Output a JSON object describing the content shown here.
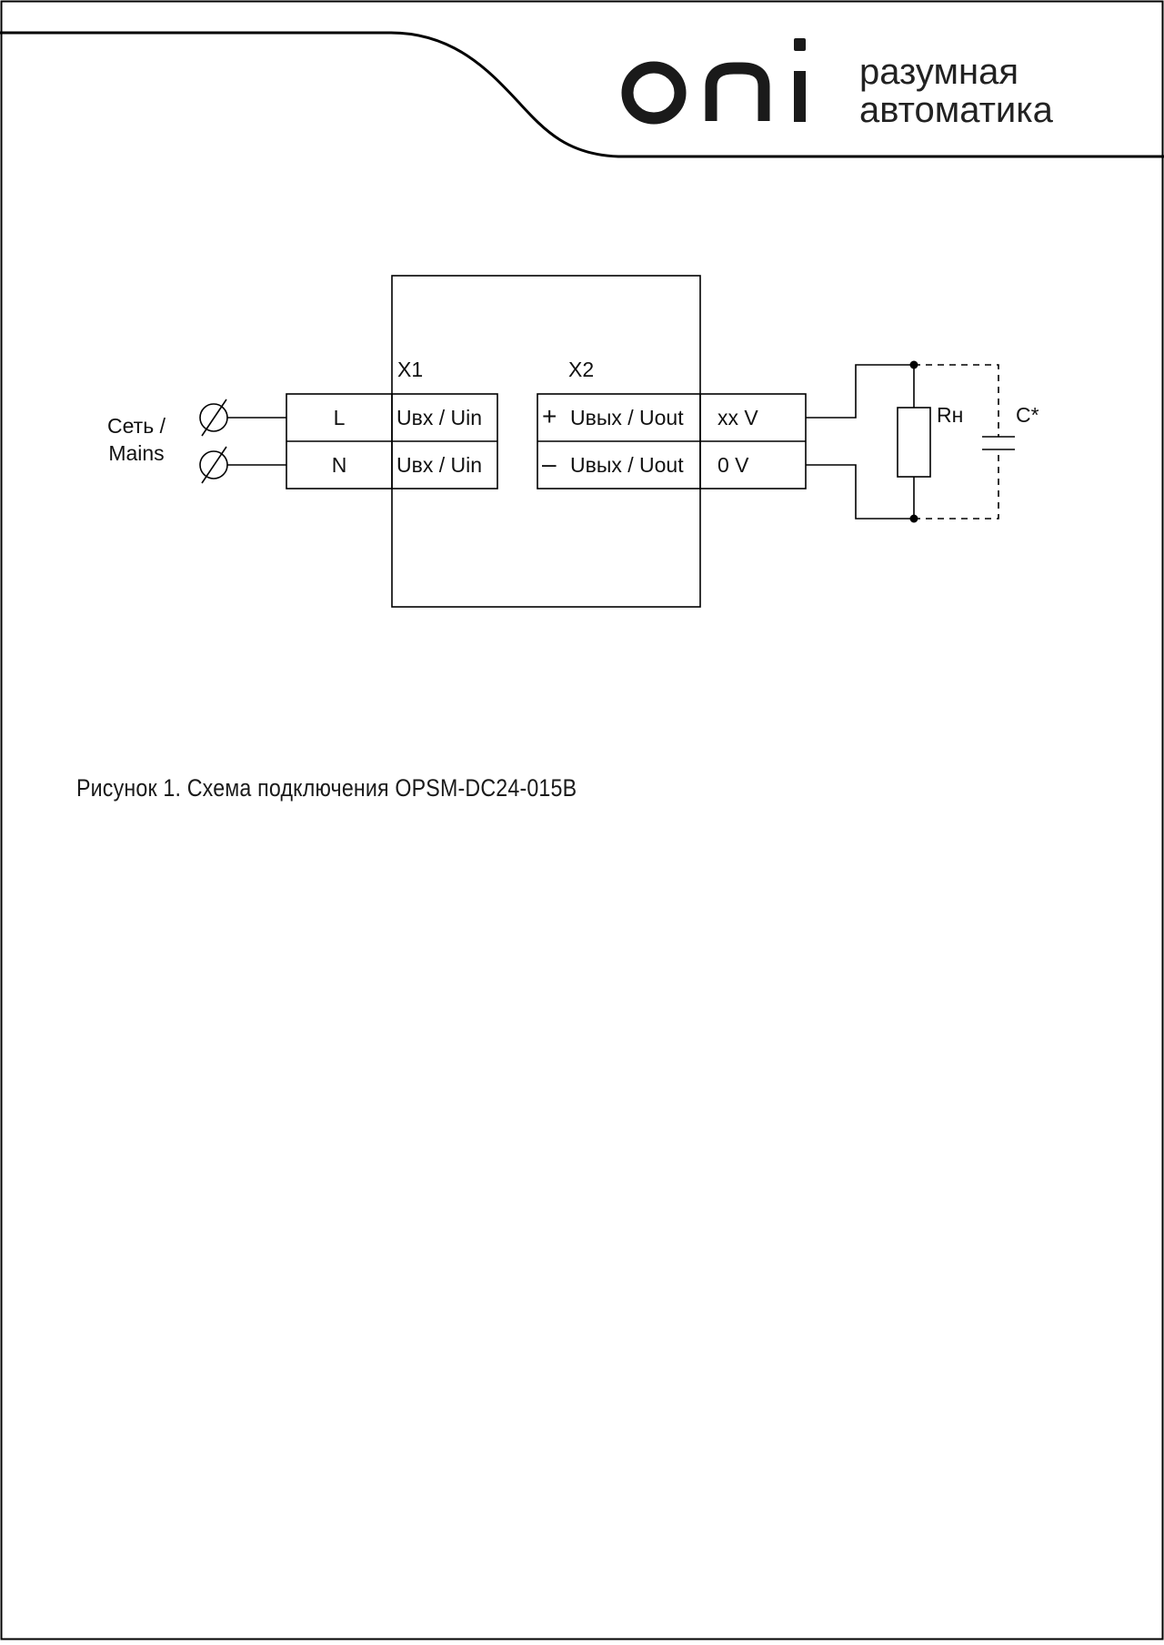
{
  "brand": {
    "logo": "oni",
    "tagline_1": "разумная",
    "tagline_2": "автоматика"
  },
  "diagram": {
    "mains_label_1": "Сеть /",
    "mains_label_2": "Mains",
    "connector_in": "X1",
    "connector_out": "X2",
    "in_rows": [
      {
        "terminal": "L",
        "signal": "Uвх / Uin"
      },
      {
        "terminal": "N",
        "signal": "Uвх / Uin"
      }
    ],
    "out_rows": [
      {
        "polarity": "+",
        "signal": "Uвых / Uout",
        "value": "xx V"
      },
      {
        "polarity": "–",
        "signal": "Uвых / Uout",
        "value": "0 V"
      }
    ],
    "load_resistor": "Rн",
    "capacitor": "C*"
  },
  "caption": "Рисунок 1. Схема подключения OPSM-DC24-015B"
}
